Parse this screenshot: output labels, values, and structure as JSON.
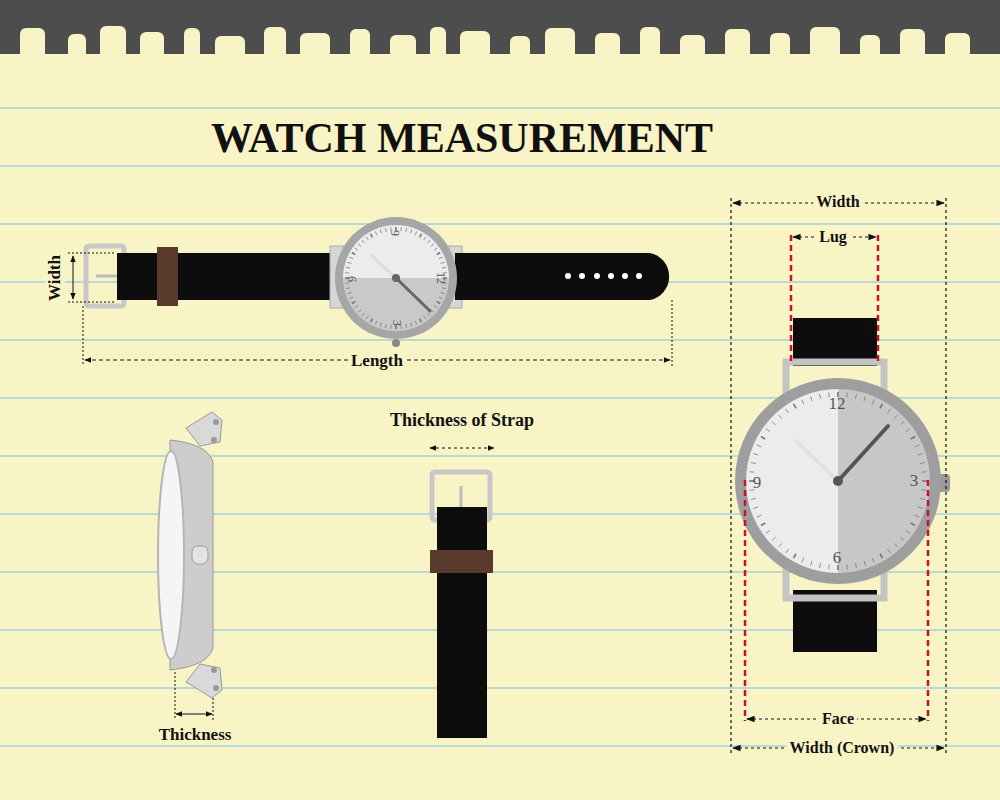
{
  "diagram": {
    "title": "WATCH MEASUREMENT",
    "labels": [
      "Width",
      "Length",
      "Thickness of Strap",
      "Thickness",
      "Width",
      "Lug",
      "Face",
      "Width (Crown)",
      "9",
      "12",
      "6",
      "3",
      "12",
      "9",
      "3",
      "6"
    ]
  }
}
